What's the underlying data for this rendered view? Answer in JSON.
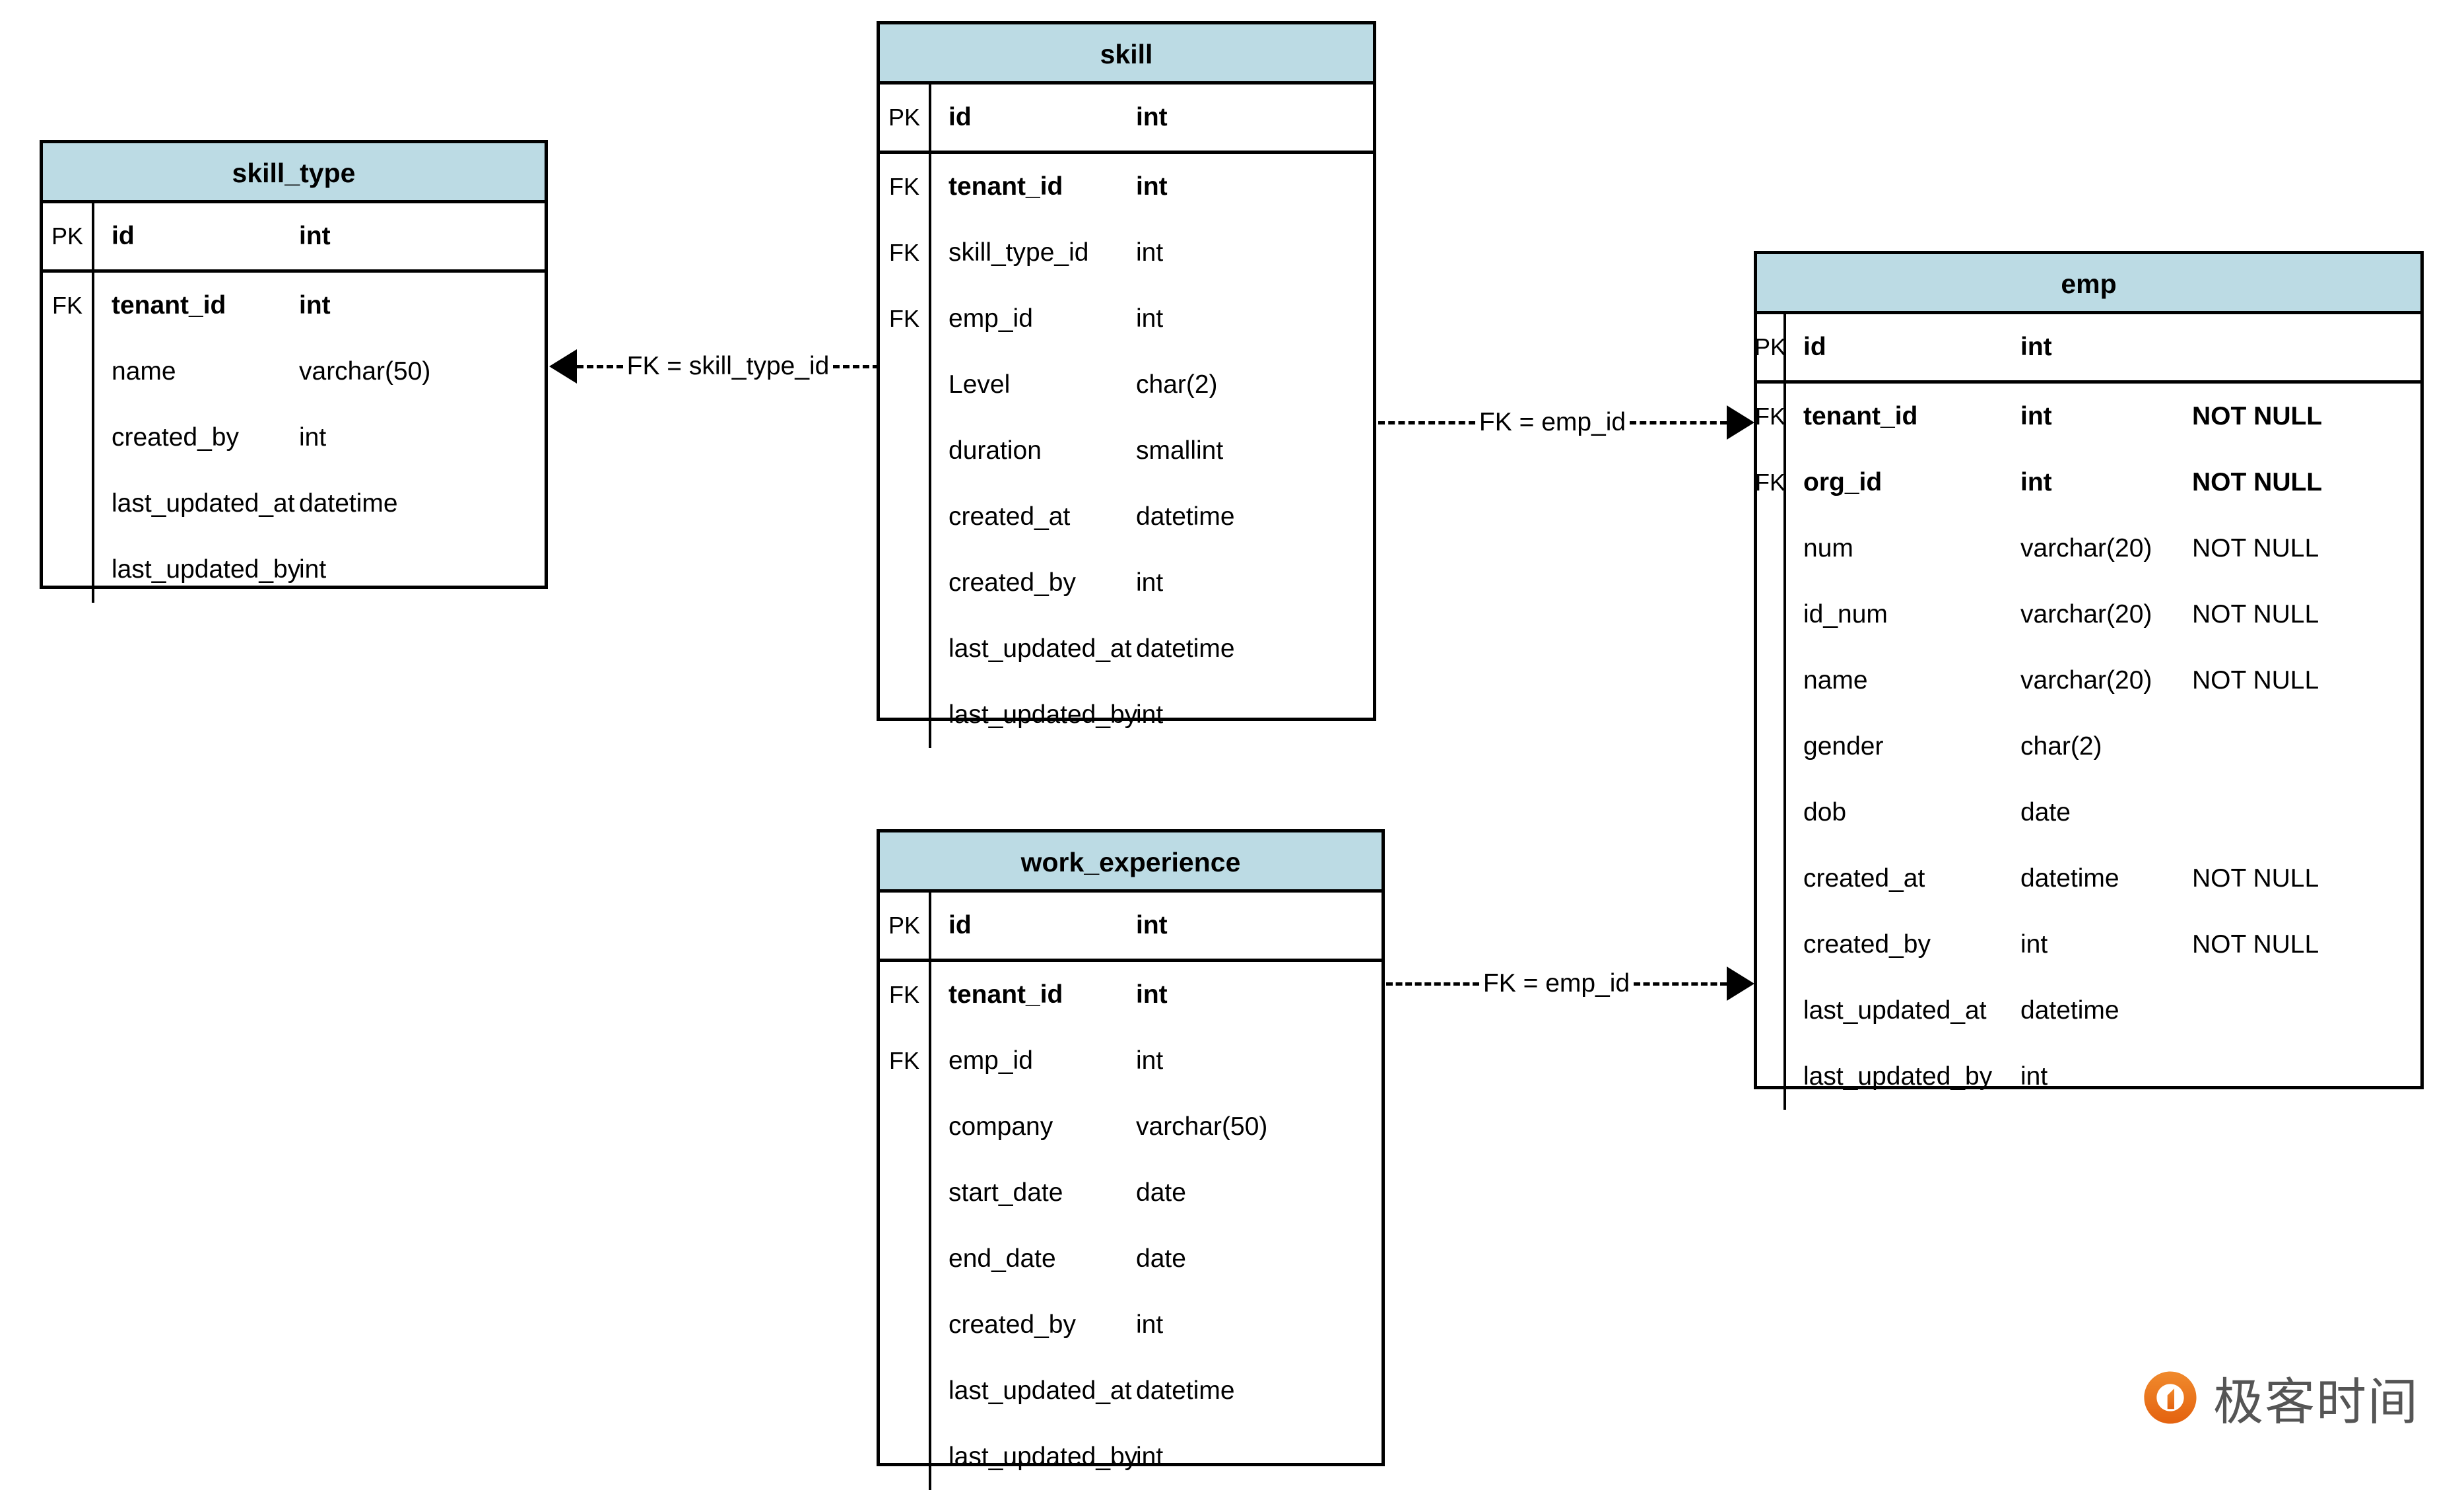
{
  "diagram": {
    "type": "entity-relationship-diagram",
    "header_color": "#bcdbe4",
    "border_color": "#000000",
    "background": "#ffffff"
  },
  "labels": {
    "pk": "PK",
    "fk": "FK"
  },
  "entities": [
    {
      "id": "skill_type",
      "name": "skill_type",
      "primary": {
        "key": "PK",
        "name": "id",
        "type": "int",
        "constraint": ""
      },
      "fields": [
        {
          "key": "FK",
          "name": "tenant_id",
          "type": "int",
          "constraint": "",
          "bold": true
        },
        {
          "key": "",
          "name": "name",
          "type": "varchar(50)",
          "constraint": "",
          "bold": false
        },
        {
          "key": "",
          "name": "created_by",
          "type": "int",
          "constraint": "",
          "bold": false
        },
        {
          "key": "",
          "name": "last_updated_at",
          "type": "datetime",
          "constraint": "",
          "bold": false
        },
        {
          "key": "",
          "name": "last_updated_by",
          "type": "int",
          "constraint": "",
          "bold": false
        }
      ]
    },
    {
      "id": "skill",
      "name": "skill",
      "primary": {
        "key": "PK",
        "name": "id",
        "type": "int",
        "constraint": ""
      },
      "fields": [
        {
          "key": "FK",
          "name": "tenant_id",
          "type": "int",
          "constraint": "",
          "bold": true
        },
        {
          "key": "FK",
          "name": "skill_type_id",
          "type": "int",
          "constraint": "",
          "bold": false
        },
        {
          "key": "FK",
          "name": "emp_id",
          "type": "int",
          "constraint": "",
          "bold": false
        },
        {
          "key": "",
          "name": "Level",
          "type": "char(2)",
          "constraint": "",
          "bold": false
        },
        {
          "key": "",
          "name": "duration",
          "type": "smallint",
          "constraint": "",
          "bold": false
        },
        {
          "key": "",
          "name": "created_at",
          "type": "datetime",
          "constraint": "",
          "bold": false
        },
        {
          "key": "",
          "name": "created_by",
          "type": "int",
          "constraint": "",
          "bold": false
        },
        {
          "key": "",
          "name": "last_updated_at",
          "type": "datetime",
          "constraint": "",
          "bold": false
        },
        {
          "key": "",
          "name": "last_updated_by",
          "type": "int",
          "constraint": "",
          "bold": false
        }
      ]
    },
    {
      "id": "work_experience",
      "name": "work_experience",
      "primary": {
        "key": "PK",
        "name": "id",
        "type": "int",
        "constraint": ""
      },
      "fields": [
        {
          "key": "FK",
          "name": "tenant_id",
          "type": "int",
          "constraint": "",
          "bold": true
        },
        {
          "key": "FK",
          "name": "emp_id",
          "type": "int",
          "constraint": "",
          "bold": false
        },
        {
          "key": "",
          "name": "company",
          "type": "varchar(50)",
          "constraint": "",
          "bold": false
        },
        {
          "key": "",
          "name": "start_date",
          "type": "date",
          "constraint": "",
          "bold": false
        },
        {
          "key": "",
          "name": "end_date",
          "type": "date",
          "constraint": "",
          "bold": false
        },
        {
          "key": "",
          "name": "created_by",
          "type": "int",
          "constraint": "",
          "bold": false
        },
        {
          "key": "",
          "name": "last_updated_at",
          "type": "datetime",
          "constraint": "",
          "bold": false
        },
        {
          "key": "",
          "name": "last_updated_by",
          "type": "int",
          "constraint": "",
          "bold": false
        }
      ]
    },
    {
      "id": "emp",
      "name": "emp",
      "primary": {
        "key": "PK",
        "name": "id",
        "type": "int",
        "constraint": ""
      },
      "fields": [
        {
          "key": "FK",
          "name": "tenant_id",
          "type": "int",
          "constraint": "NOT NULL",
          "bold": true
        },
        {
          "key": "FK",
          "name": "org_id",
          "type": "int",
          "constraint": "NOT NULL",
          "bold": true
        },
        {
          "key": "",
          "name": "num",
          "type": "varchar(20)",
          "constraint": "NOT NULL",
          "bold": false
        },
        {
          "key": "",
          "name": "id_num",
          "type": "varchar(20)",
          "constraint": "NOT NULL",
          "bold": false
        },
        {
          "key": "",
          "name": "name",
          "type": "varchar(20)",
          "constraint": "NOT NULL",
          "bold": false
        },
        {
          "key": "",
          "name": "gender",
          "type": "char(2)",
          "constraint": "",
          "bold": false
        },
        {
          "key": "",
          "name": "dob",
          "type": "date",
          "constraint": "",
          "bold": false
        },
        {
          "key": "",
          "name": "created_at",
          "type": "datetime",
          "constraint": "NOT NULL",
          "bold": false
        },
        {
          "key": "",
          "name": "created_by",
          "type": "int",
          "constraint": "NOT NULL",
          "bold": false
        },
        {
          "key": "",
          "name": "last_updated_at",
          "type": "datetime",
          "constraint": "",
          "bold": false
        },
        {
          "key": "",
          "name": "last_updated_by",
          "type": "int",
          "constraint": "",
          "bold": false
        }
      ]
    }
  ],
  "relationships": [
    {
      "id": "skill-to-skill_type",
      "label": "FK = skill_type_id",
      "from": "skill",
      "to": "skill_type",
      "direction": "left"
    },
    {
      "id": "skill-to-emp",
      "label": "FK = emp_id",
      "from": "skill",
      "to": "emp",
      "direction": "right"
    },
    {
      "id": "work_experience-to-emp",
      "label": "FK = emp_id",
      "from": "work_experience",
      "to": "emp",
      "direction": "right"
    }
  ],
  "watermark": {
    "text": "极客时间",
    "logo_color": "#ee7a21"
  }
}
